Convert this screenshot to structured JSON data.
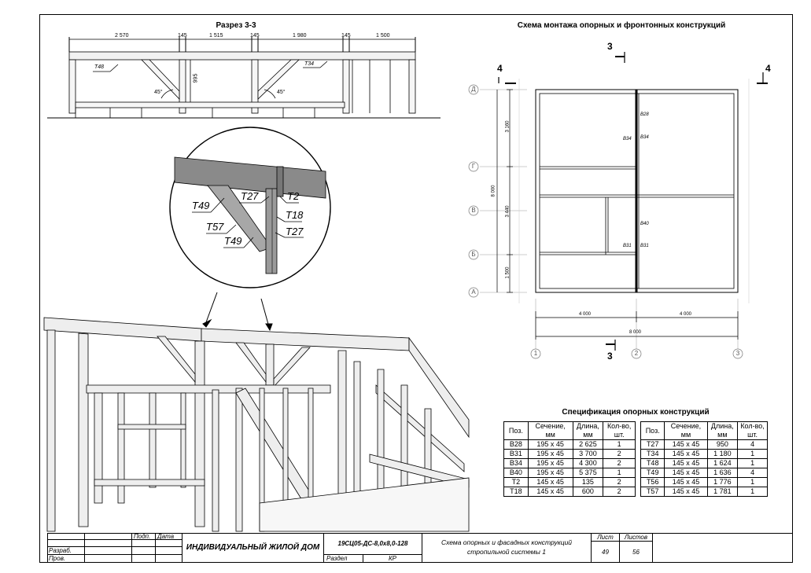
{
  "section": {
    "title": "Разрез 3-3",
    "dims": [
      "2 570",
      "145",
      "1 515",
      "145",
      "1 980",
      "145",
      "1 500"
    ],
    "height_dim": "995",
    "labels": [
      "T48",
      "T34"
    ],
    "angles": [
      "45°",
      "45°"
    ]
  },
  "detail": {
    "labels": [
      "T49",
      "T27",
      "T2",
      "T18",
      "T57",
      "T27",
      "T49"
    ]
  },
  "plan": {
    "title": "Схема монтажа опорных и фронтонных конструкций",
    "cut_marks": [
      "3",
      "3",
      "4",
      "4"
    ],
    "row_axes": [
      "Д",
      "Г",
      "В",
      "Б",
      "А"
    ],
    "col_axes": [
      "1",
      "2",
      "3"
    ],
    "vdims": [
      "3 160",
      "3 440",
      "1 500"
    ],
    "vtotal": "8 000",
    "hdims": [
      "4 000",
      "4 000"
    ],
    "htotal": "8 000",
    "beam_labels": [
      "B28",
      "B34",
      "B34",
      "B40",
      "B31",
      "B31"
    ]
  },
  "spec": {
    "title": "Спецификация опорных конструкций",
    "headers": [
      "Поз.",
      "Сечение, мм",
      "Длина, мм",
      "Кол-во, шт."
    ],
    "left_rows": [
      [
        "B28",
        "195 x 45",
        "2 625",
        "1"
      ],
      [
        "B31",
        "195 x 45",
        "3 700",
        "2"
      ],
      [
        "B34",
        "195 x 45",
        "4 300",
        "2"
      ],
      [
        "B40",
        "195 x 45",
        "5 375",
        "1"
      ],
      [
        "T2",
        "145 x 45",
        "135",
        "2"
      ],
      [
        "T18",
        "145 x 45",
        "600",
        "2"
      ]
    ],
    "right_rows": [
      [
        "T27",
        "145 x 45",
        "950",
        "4"
      ],
      [
        "T34",
        "145 x 45",
        "1 180",
        "1"
      ],
      [
        "T48",
        "145 x 45",
        "1 624",
        "1"
      ],
      [
        "T49",
        "145 x 45",
        "1 636",
        "4"
      ],
      [
        "T56",
        "145 x 45",
        "1 776",
        "1"
      ],
      [
        "T57",
        "145 x 45",
        "1 781",
        "1"
      ]
    ]
  },
  "titleblock": {
    "podp": "Подп.",
    "data": "Дата",
    "razrab": "Разраб.",
    "prov": "Пров.",
    "project": "ИНДИВИДУАЛЬНЫЙ ЖИЛОЙ ДОМ",
    "code": "19СЦ05-ДС-8,0х8,0-128",
    "razdel_label": "Раздел",
    "razdel": "КР",
    "sheet_name_1": "Схема опорных и фасадных конструкций",
    "sheet_name_2": "стропильной системы 1",
    "list_label": "Лист",
    "listov_label": "Листов",
    "list": "49",
    "listov": "56"
  }
}
